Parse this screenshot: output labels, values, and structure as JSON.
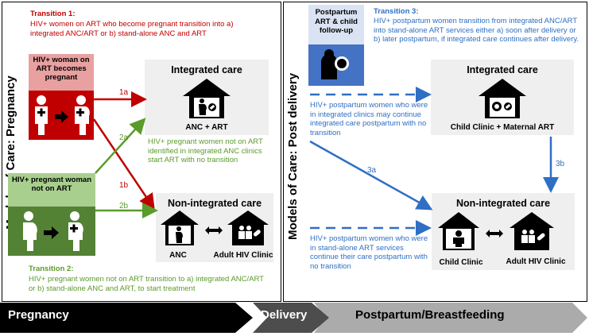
{
  "left_panel": {
    "side_label": "Models of Care: Pregnancy",
    "transition1_title": "Transition 1:",
    "transition1_text": "HIV+ women on ART who become pregnant transition into a) integrated ANC/ART or b) stand-alone ANC and ART",
    "box_red_title": "HIV+ woman on ART becomes pregnant",
    "box_green_title": "HIV+ pregnant woman not on ART",
    "integrated_title": "Integrated care",
    "integrated_label": "ANC + ART",
    "integrated_note": "HIV+ pregnant women not on ART identified in integrated ANC clinics start ART with no transition",
    "nonintegrated_title": "Non-integrated care",
    "anc_label": "ANC",
    "adult_hiv_label": "Adult HIV Clinic",
    "arrow_1a": "1a",
    "arrow_1b": "1b",
    "arrow_2a": "2a",
    "arrow_2b": "2b",
    "transition2_title": "Transition 2:",
    "transition2_text": "HIV+ pregnant women not on ART transition to a) integrated ANC/ART or b) stand-alone ANC and ART, to start treatment"
  },
  "right_panel": {
    "side_label": "Models of Care: Post delivery",
    "followup_title": "Postpartum ART & child follow-up",
    "transition3_title": "Transition 3:",
    "transition3_text": "HIV+ postpartum women transition from integrated ANC/ART into stand-alone ART services either a) soon after delivery or b) later postpartum, if integrated care continues after delivery.",
    "integrated_title": "Integrated care",
    "integrated_label": "Child Clinic + Maternal ART",
    "integrated_note": "HIV+ postpartum women who were in integrated clinics may continue integrated care postpartum with no transition",
    "arrow_3a": "3a",
    "arrow_3b": "3b",
    "nonintegrated_title": "Non-integrated care",
    "child_clinic_label": "Child Clinic",
    "adult_hiv_label": "Adult HIV Clinic",
    "nonintegrated_note": "HIV+ postpartum women who were in stand-alone ART services continue their care postpartum with no transition"
  },
  "timeline": {
    "pregnancy": "Pregnancy",
    "delivery": "Delivery",
    "postpartum": "Postpartum/Breastfeeding"
  },
  "colors": {
    "red": "#c00000",
    "green": "#5b9b2a",
    "blue": "#2f6fc4",
    "gray_box": "#efefef"
  }
}
